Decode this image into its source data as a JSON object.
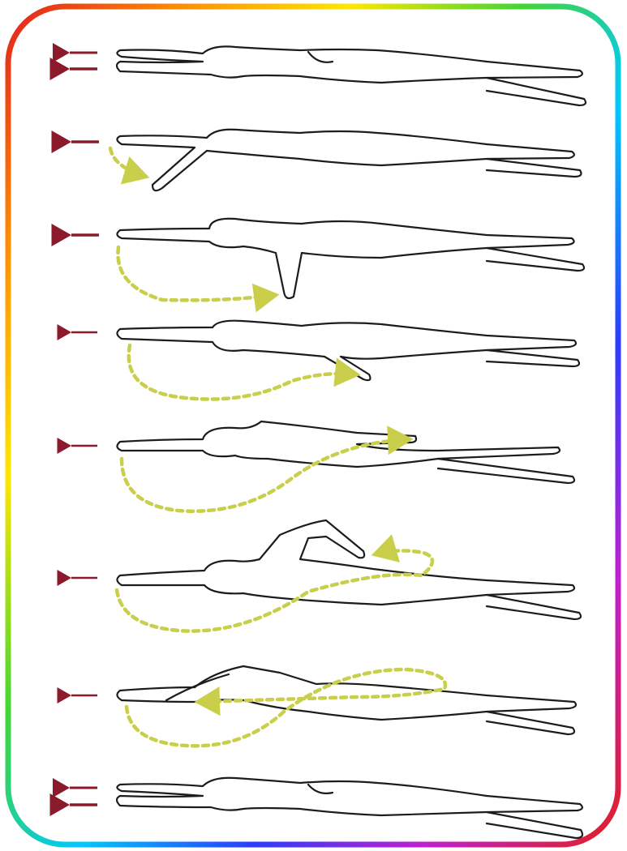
{
  "figure": {
    "kind": "front-crawl stroke sequence",
    "stages": 8,
    "colors": {
      "background": "#ffffff",
      "outline": "#1c1c1c",
      "motion_path": "#c9cf4a",
      "direction_arrow": "#8b1a2b",
      "frame_gradient": [
        "#e02020",
        "#ff8c00",
        "#ffe600",
        "#43d633",
        "#00c8ff",
        "#2a3cff",
        "#c020d0",
        "#e02020"
      ]
    },
    "icons": {
      "direction": "arrow-left-icon",
      "motion": "dashed-curved-arrow-icon",
      "swimmer": "swimmer-outline"
    }
  }
}
